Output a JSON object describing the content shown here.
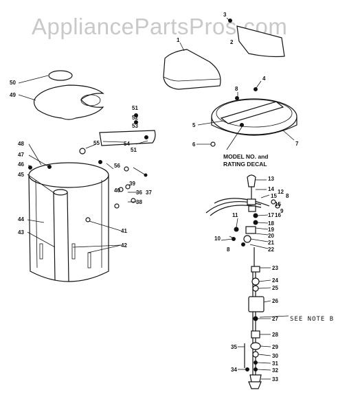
{
  "watermark": "AppliancePartsPros.com",
  "decal_label_line1": "MODEL NO. and",
  "decal_label_line2": "RATING DECAL",
  "note": "SEE NOTE B",
  "callouts": [
    "1",
    "2",
    "3",
    "4",
    "5",
    "6",
    "7",
    "8",
    "9",
    "10",
    "11",
    "12",
    "13",
    "14",
    "15",
    "16",
    "17",
    "18",
    "19",
    "20",
    "21",
    "22",
    "23",
    "24",
    "25",
    "26",
    "27",
    "28",
    "29",
    "30",
    "31",
    "32",
    "33",
    "34",
    "35",
    "36",
    "37",
    "38",
    "39",
    "40",
    "41",
    "42",
    "43",
    "44",
    "45",
    "46",
    "47",
    "48",
    "49",
    "50",
    "51",
    "52",
    "53",
    "54",
    "55",
    "56"
  ]
}
